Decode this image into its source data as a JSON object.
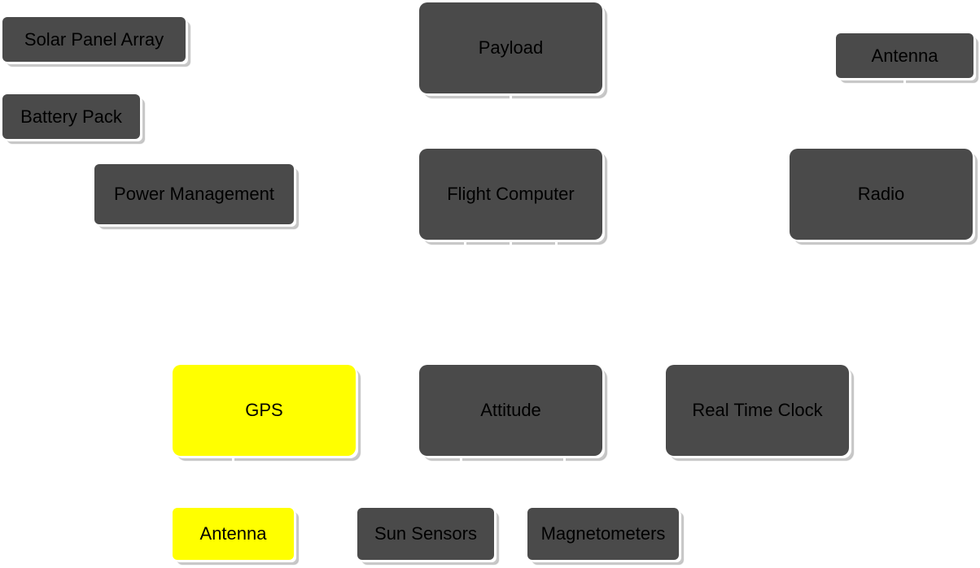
{
  "diagram": {
    "nodes": {
      "solar_panel_array": {
        "label": "Solar Panel Array"
      },
      "battery_pack": {
        "label": "Battery Pack"
      },
      "power_management": {
        "label": "Power Management"
      },
      "payload": {
        "label": "Payload"
      },
      "flight_computer": {
        "label": "Flight Computer"
      },
      "antenna_top": {
        "label": "Antenna"
      },
      "radio": {
        "label": "Radio"
      },
      "gps": {
        "label": "GPS"
      },
      "attitude": {
        "label": "Attitude"
      },
      "real_time_clock": {
        "label": "Real Time Clock"
      },
      "antenna_gps": {
        "label": "Antenna"
      },
      "sun_sensors": {
        "label": "Sun Sensors"
      },
      "magnetometers": {
        "label": "Magnetometers"
      }
    },
    "colors": {
      "node_fill": "#4a4a4a",
      "highlight_fill": "#ffff00",
      "text": "#000000",
      "shadow": "#c8c8c8"
    }
  }
}
